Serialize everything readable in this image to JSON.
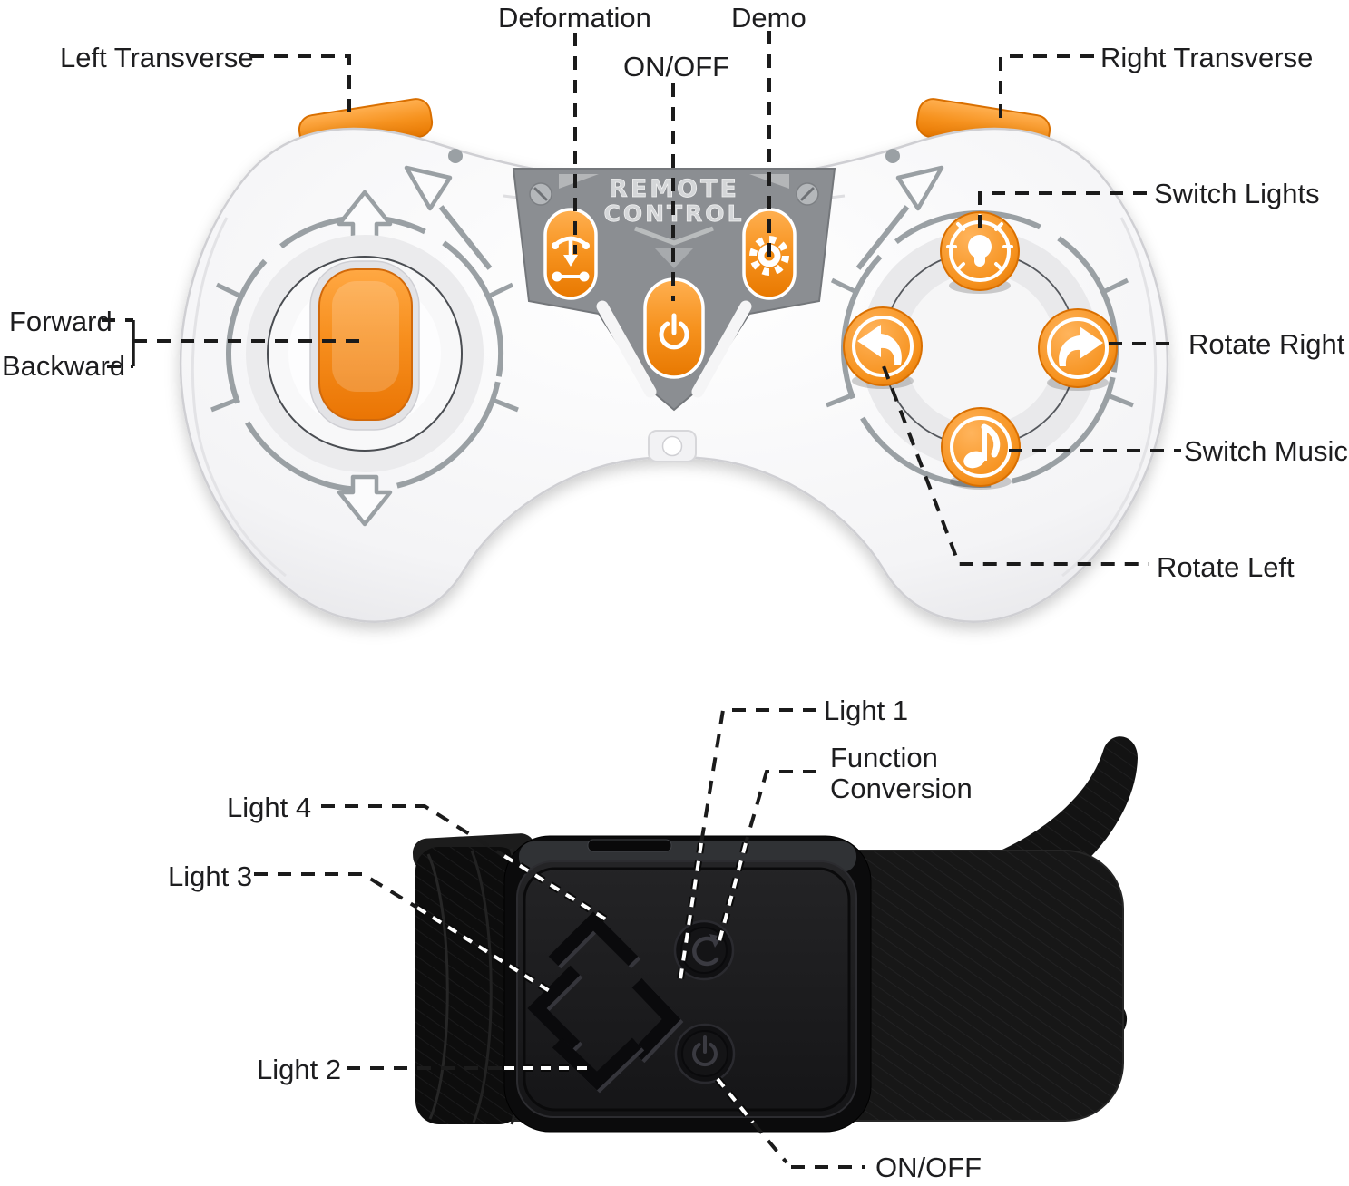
{
  "meta": {
    "description": "Annotated diagram of RC toy remote controller and wristband watch remote"
  },
  "colors": {
    "accent_orange": "#f6921e",
    "accent_orange_dark": "#d96f00",
    "panel_gray": "#8b8e92",
    "body_white": "#f4f4f6",
    "device_black": "#151517",
    "callout_line": "#1b1b1b"
  },
  "controller": {
    "panel_title_line1": "REMOTE",
    "panel_title_line2": "CONTROL",
    "callouts": {
      "left_transverse": "Left Transverse",
      "deformation": "Deformation",
      "on_off": "ON/OFF",
      "demo": "Demo",
      "right_transverse": "Right Transverse",
      "switch_lights": "Switch Lights",
      "rotate_right": "Rotate Right",
      "switch_music": "Switch Music",
      "rotate_left": "Rotate Left",
      "forward": "Forward",
      "backward": "Backward"
    }
  },
  "wristband": {
    "callouts": {
      "light_1": "Light 1",
      "function_line1": "Function",
      "function_line2": "Conversion",
      "light_4": "Light 4",
      "light_3": "Light 3",
      "light_2": "Light 2",
      "on_off": "ON/OFF"
    }
  }
}
